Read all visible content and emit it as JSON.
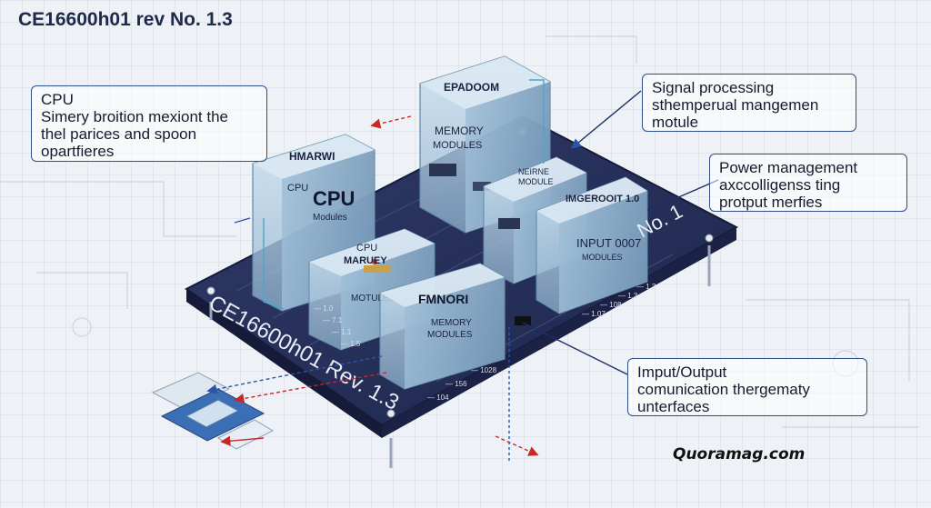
{
  "title": "CE16600h01 rev No. 1.3",
  "watermark": "Quoramag.com",
  "board": {
    "label": "CE16600h01 Rev. 1.3",
    "no_label": "No. 1",
    "pin_labels_left": [
      "— 1.0",
      "— 7.1",
      "— 1.1",
      "— 1.5"
    ],
    "pin_labels_bottom": [
      "— 1028",
      "— 156",
      "— 104"
    ],
    "pin_labels_right": [
      "— 1.3",
      "— 1.3",
      "— 108",
      "— 1.07"
    ],
    "colors": {
      "board": "#252f58",
      "board_edge": "#151b38",
      "module_face": "#a9c5dd",
      "arrow_red": "#c82828",
      "arrow_blue": "#2c54a8"
    }
  },
  "modules": {
    "cpu_big": {
      "top_label": "HMARWI",
      "title": "CPU",
      "subtitle": "Modules",
      "corner": "CPU"
    },
    "cpu_small": {
      "label1": "CPU",
      "label2": "MARUEY",
      "label3": "MOTULES"
    },
    "memory_top": {
      "top_label": "EPADOOM",
      "label1": "MEMORY",
      "label2": "MODULES"
    },
    "signal_module": {
      "label1": "NEIRNE",
      "label2": "MODULE"
    },
    "input_module": {
      "top_label": "IMGEROOIT 1.0",
      "label1": "INPUT 0007",
      "label2": "MODULES"
    },
    "memory_bottom": {
      "top_label": "FMNORI",
      "label1": "MEMORY",
      "label2": "MODULES"
    }
  },
  "callouts": {
    "cpu": [
      "CPU",
      "Simery broition mexiont the",
      "thel parices and spoon",
      "opartfieres"
    ],
    "signal": [
      "Signal processing",
      "sthemperual mangemen",
      "motule"
    ],
    "power": [
      "Power management",
      "axccolligenss ting",
      "protput merfies"
    ],
    "io": [
      "Imput/Output",
      "comunication thergematy",
      "unterfaces"
    ]
  }
}
